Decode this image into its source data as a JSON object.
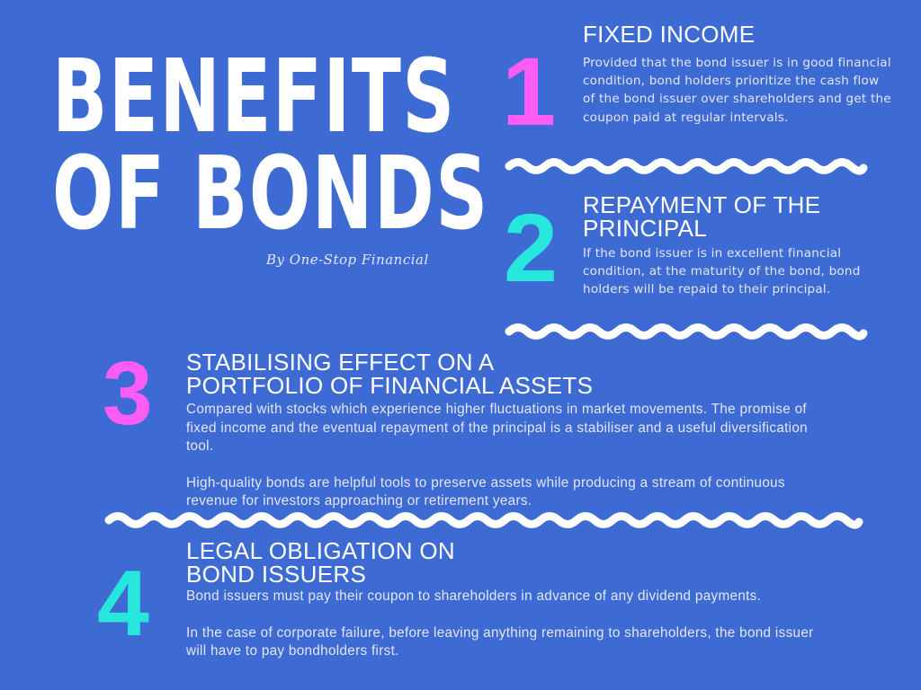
{
  "header": {
    "title_line1": "BENEFITS",
    "title_line2": "OF BONDS",
    "byline": "By One-Stop Financial"
  },
  "colors": {
    "background": "#3e6bd3",
    "accent_pink": "#ff5cf5",
    "accent_teal": "#27e7dd",
    "text": "#ffffff"
  },
  "benefits": [
    {
      "number": "1",
      "heading_line1": "FIXED INCOME",
      "paragraphs": [
        "Provided that the bond issuer is in good financial condition, bond holders prioritize the cash flow of the bond issuer over shareholders and get the coupon paid at regular intervals."
      ]
    },
    {
      "number": "2",
      "heading_line1": "REPAYMENT OF THE",
      "heading_line2": "PRINCIPAL",
      "paragraphs": [
        "If the bond issuer is in excellent financial condition, at the maturity of the bond, bond holders will be repaid to their principal."
      ]
    },
    {
      "number": "3",
      "heading_line1": "STABILISING EFFECT ON A",
      "heading_line2": "PORTFOLIO OF FINANCIAL ASSETS",
      "paragraphs": [
        "Compared with stocks which experience higher fluctuations in market movements. The promise of fixed income and the eventual repayment of the principal is a stabiliser and a useful diversification tool.",
        "High-quality bonds are helpful tools to preserve assets while producing a stream of continuous revenue for investors approaching or retirement years."
      ]
    },
    {
      "number": "4",
      "heading_line1": "LEGAL OBLIGATION ON",
      "heading_line2": "BOND ISSUERS",
      "paragraphs": [
        "Bond issuers must pay their coupon to shareholders in advance of any dividend payments.",
        "In the case of corporate failure, before leaving anything remaining to shareholders, the bond issuer will have to pay bondholders first."
      ]
    }
  ],
  "dividers": [
    {
      "name": "wave-divider-1"
    },
    {
      "name": "wave-divider-2"
    },
    {
      "name": "wave-divider-3"
    }
  ]
}
